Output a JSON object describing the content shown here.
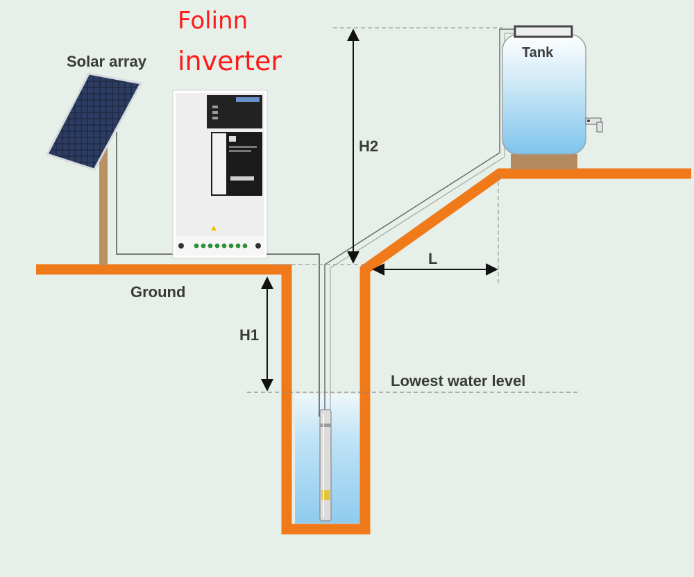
{
  "brand": {
    "line1": "Folinn",
    "line2": "inverter",
    "color": "#ff1a1a"
  },
  "labels": {
    "solar_array": "Solar array",
    "tank": "Tank",
    "ground": "Ground",
    "h1": "H1",
    "h2": "H2",
    "l": "L",
    "lowest_water_level": "Lowest water level"
  },
  "colors": {
    "background": "#e6efe8",
    "ground": "#f07a1a",
    "water": "#bfe3f6",
    "label": "#3a3a3a"
  },
  "icons": [
    "solar-panel-icon",
    "inverter-icon",
    "water-tank-icon",
    "submersible-pump-icon",
    "faucet-icon"
  ]
}
